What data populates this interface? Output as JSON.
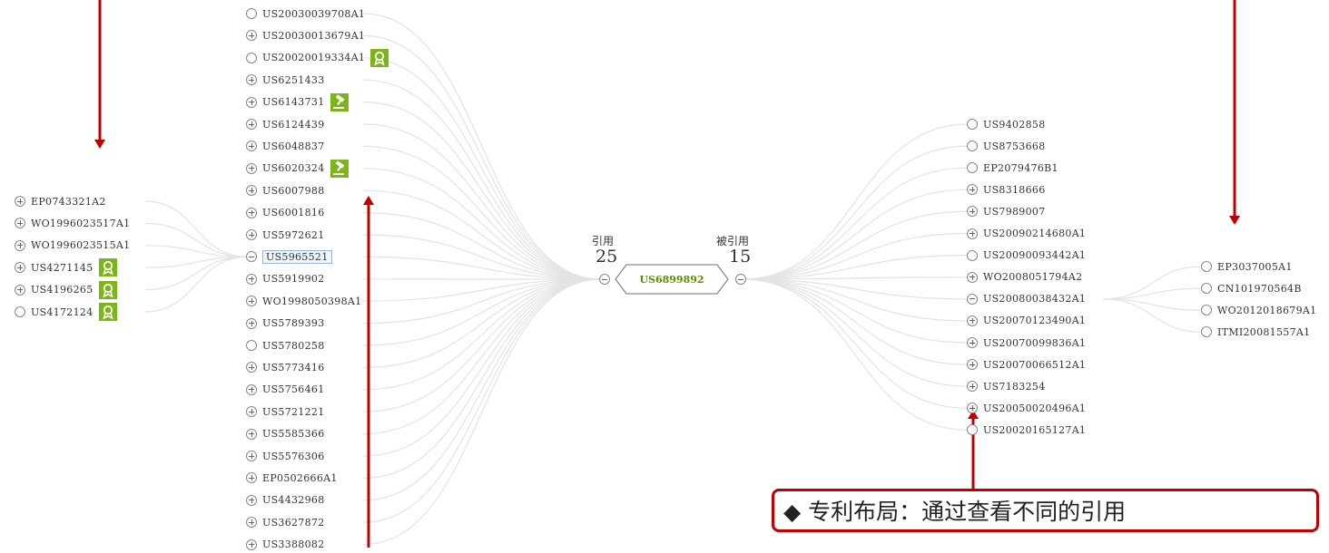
{
  "center": {
    "id": "US6899892",
    "cites_label": "引用",
    "cites_count": "25",
    "cited_by_label": "被引用",
    "cited_by_count": "15"
  },
  "left_level2": [
    {
      "id": "EP0743321A2",
      "toggle": "plus",
      "badge": false
    },
    {
      "id": "WO1996023517A1",
      "toggle": "plus",
      "badge": false
    },
    {
      "id": "WO1996023515A1",
      "toggle": "plus",
      "badge": false
    },
    {
      "id": "US4271145",
      "toggle": "plus",
      "badge": "award"
    },
    {
      "id": "US4196265",
      "toggle": "plus",
      "badge": "award"
    },
    {
      "id": "US4172124",
      "toggle": "circle",
      "badge": "award"
    }
  ],
  "cited": [
    {
      "id": "US20030039708A1",
      "toggle": "circle",
      "badge": false
    },
    {
      "id": "US20030013679A1",
      "toggle": "plus",
      "badge": false
    },
    {
      "id": "US20020019334A1",
      "toggle": "circle",
      "badge": "award"
    },
    {
      "id": "US6251433",
      "toggle": "plus",
      "badge": false
    },
    {
      "id": "US6143731",
      "toggle": "plus",
      "badge": "gavel"
    },
    {
      "id": "US6124439",
      "toggle": "plus",
      "badge": false
    },
    {
      "id": "US6048837",
      "toggle": "plus",
      "badge": false
    },
    {
      "id": "US6020324",
      "toggle": "plus",
      "badge": "gavel"
    },
    {
      "id": "US6007988",
      "toggle": "plus",
      "badge": false
    },
    {
      "id": "US6001816",
      "toggle": "plus",
      "badge": false
    },
    {
      "id": "US5972621",
      "toggle": "plus",
      "badge": false
    },
    {
      "id": "US5965521",
      "toggle": "minus",
      "badge": false,
      "highlight": true
    },
    {
      "id": "US5919902",
      "toggle": "plus",
      "badge": false
    },
    {
      "id": "WO1998050398A1",
      "toggle": "plus",
      "badge": false
    },
    {
      "id": "US5789393",
      "toggle": "plus",
      "badge": false
    },
    {
      "id": "US5780258",
      "toggle": "circle",
      "badge": false
    },
    {
      "id": "US5773416",
      "toggle": "plus",
      "badge": false
    },
    {
      "id": "US5756461",
      "toggle": "plus",
      "badge": false
    },
    {
      "id": "US5721221",
      "toggle": "plus",
      "badge": false
    },
    {
      "id": "US5585366",
      "toggle": "plus",
      "badge": false
    },
    {
      "id": "US5576306",
      "toggle": "plus",
      "badge": false
    },
    {
      "id": "EP0502666A1",
      "toggle": "plus",
      "badge": false
    },
    {
      "id": "US4432968",
      "toggle": "plus",
      "badge": false
    },
    {
      "id": "US3627872",
      "toggle": "plus",
      "badge": false
    },
    {
      "id": "US3388082",
      "toggle": "plus",
      "badge": false
    }
  ],
  "citing": [
    {
      "id": "US9402858",
      "toggle": "circle"
    },
    {
      "id": "US8753668",
      "toggle": "circle"
    },
    {
      "id": "EP2079476B1",
      "toggle": "circle"
    },
    {
      "id": "US8318666",
      "toggle": "plus"
    },
    {
      "id": "US7989007",
      "toggle": "plus"
    },
    {
      "id": "US20090214680A1",
      "toggle": "plus"
    },
    {
      "id": "US20090093442A1",
      "toggle": "circle"
    },
    {
      "id": "WO2008051794A2",
      "toggle": "plus"
    },
    {
      "id": "US20080038432A1",
      "toggle": "minus"
    },
    {
      "id": "US20070123490A1",
      "toggle": "plus"
    },
    {
      "id": "US20070099836A1",
      "toggle": "plus"
    },
    {
      "id": "US20070066512A1",
      "toggle": "plus"
    },
    {
      "id": "US7183254",
      "toggle": "plus"
    },
    {
      "id": "US20050020496A1",
      "toggle": "plus"
    },
    {
      "id": "US20020165127A1",
      "toggle": "circle"
    }
  ],
  "right_level2": [
    {
      "id": "EP3037005A1",
      "toggle": "circle"
    },
    {
      "id": "CN101970564B",
      "toggle": "circle"
    },
    {
      "id": "WO2012018679A1",
      "toggle": "circle"
    },
    {
      "id": "ITMI20081557A1",
      "toggle": "circle"
    }
  ],
  "callout": {
    "text": "◆ 专利布局：通过查看不同的引用"
  },
  "colors": {
    "badge": "#7cb518",
    "center_text": "#5a8f00",
    "arrow": "#c00000",
    "link": "#e3e3e3"
  }
}
